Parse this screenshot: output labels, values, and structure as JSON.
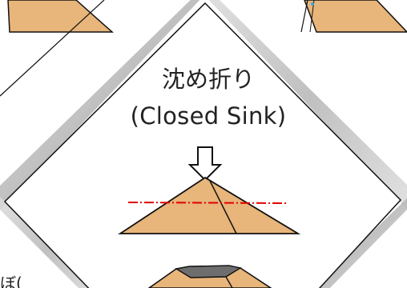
{
  "diagram": {
    "title_japanese": "沈め折り",
    "title_english": "(Closed Sink)",
    "edge_fragment": "ぼ(",
    "colors": {
      "paper": "#E8B57A",
      "paper_top": "#6E6E6E",
      "fold_line": "#E00000",
      "outline": "#111111",
      "frame_shadow": "#BDBDBD",
      "accent_dot": "#33A8E0"
    },
    "icons": [
      "down-arrow-icon"
    ]
  }
}
